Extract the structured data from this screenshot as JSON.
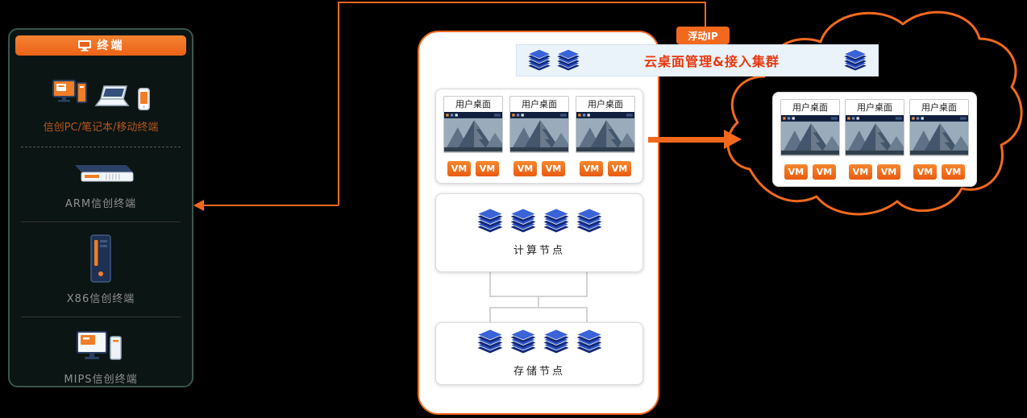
{
  "colors": {
    "accent_orange": "#F2691D",
    "banner_title_red": "#E8380D",
    "stack_blue": "#2A4FC0",
    "terminal_panel_border": "#3A564C",
    "terminal_label_orange": "#B8551F",
    "terminal_label_gray": "#8F8F8F"
  },
  "terminal": {
    "header": "终端",
    "groups": [
      {
        "label": "信创PC/笔记本/移动终端"
      },
      {
        "label": "ARM信创终端"
      },
      {
        "label": "X86信创终端"
      },
      {
        "label": "MIPS信创终端"
      }
    ]
  },
  "cluster": {
    "floating_ip": "浮动IP",
    "banner_title": "云桌面管理&接入集群",
    "desktop_label": "用户桌面",
    "vm_label": "VM",
    "compute_label": "计算节点",
    "storage_label": "存储节点"
  },
  "cloud": {
    "desktop_label": "用户桌面",
    "vm_label": "VM"
  }
}
